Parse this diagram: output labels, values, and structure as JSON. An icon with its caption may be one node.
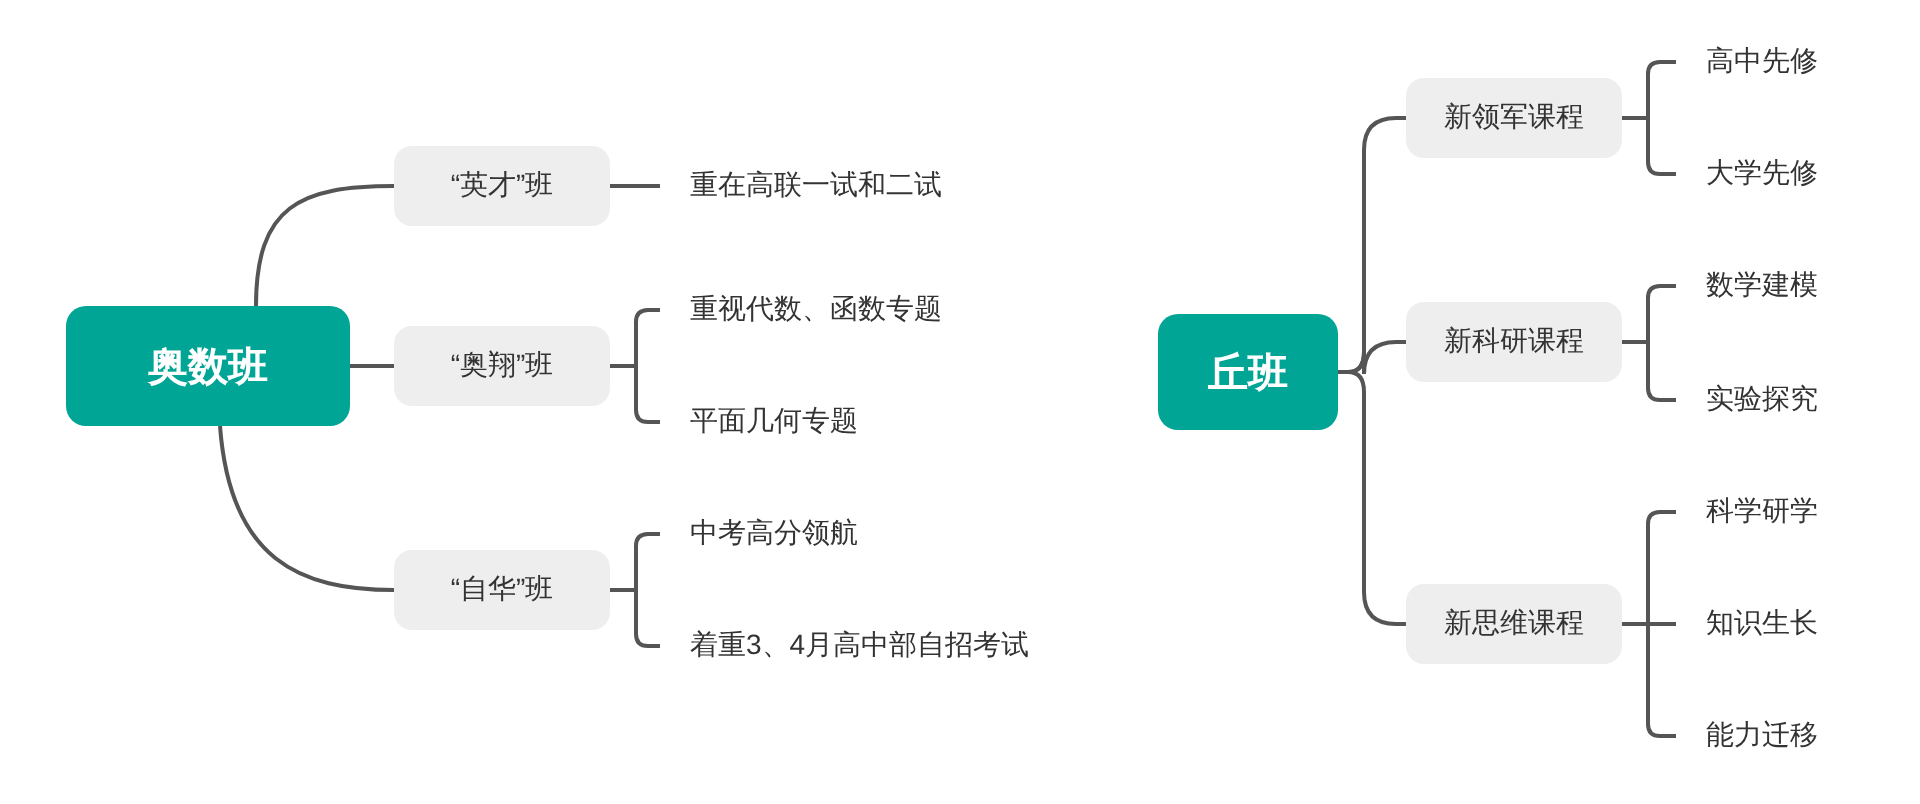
{
  "diagram": {
    "nodes": [
      {
        "text": [
          "奥数班"
        ]
      },
      {
        "text": [
          "“英才”班"
        ]
      },
      {
        "text": [
          "重在高联一试和二试"
        ]
      },
      {
        "text": [
          "“奥翔”班"
        ]
      },
      {
        "text": [
          "重视代数、函数专题"
        ]
      },
      {
        "text": [
          "平面几何专题"
        ]
      },
      {
        "text": [
          "“自华”班"
        ]
      },
      {
        "text": [
          "中考高分领航"
        ]
      },
      {
        "text": [
          "着重3、4月高中部自招考试"
        ]
      },
      {
        "text": [
          "丘班"
        ]
      },
      {
        "text": [
          "新领军课程"
        ]
      },
      {
        "text": [
          "高中先修"
        ]
      },
      {
        "text": [
          "大学先修"
        ]
      },
      {
        "text": [
          "新科研课程"
        ]
      },
      {
        "text": [
          "数学建模"
        ]
      },
      {
        "text": [
          "实验探究"
        ]
      },
      {
        "text": [
          "新思维课程"
        ]
      },
      {
        "text": [
          "科学研学"
        ]
      },
      {
        "text": [
          "知识生长"
        ]
      },
      {
        "text": [
          "能力迁移"
        ]
      }
    ],
    "edges": [
      {
        "from": 0,
        "to": 1,
        "arrow": "none"
      },
      {
        "from": 1,
        "to": 2,
        "arrow": "none"
      },
      {
        "from": 0,
        "to": 3,
        "arrow": "none"
      },
      {
        "from": 3,
        "to": 4,
        "arrow": "none"
      },
      {
        "from": 3,
        "to": 5,
        "arrow": "none"
      },
      {
        "from": 0,
        "to": 6,
        "arrow": "none"
      },
      {
        "from": 6,
        "to": 7,
        "arrow": "none"
      },
      {
        "from": 6,
        "to": 8,
        "arrow": "none"
      },
      {
        "from": 9,
        "to": 10,
        "arrow": "none"
      },
      {
        "from": 10,
        "to": 11,
        "arrow": "none"
      },
      {
        "from": 10,
        "to": 12,
        "arrow": "none"
      },
      {
        "from": 9,
        "to": 13,
        "arrow": "none"
      },
      {
        "from": 13,
        "to": 14,
        "arrow": "none"
      },
      {
        "from": 13,
        "to": 15,
        "arrow": "none"
      },
      {
        "from": 9,
        "to": 16,
        "arrow": "none"
      },
      {
        "from": 16,
        "to": 17,
        "arrow": "none"
      },
      {
        "from": 16,
        "to": 18,
        "arrow": "none"
      },
      {
        "from": 16,
        "to": 19,
        "arrow": "none"
      }
    ]
  }
}
